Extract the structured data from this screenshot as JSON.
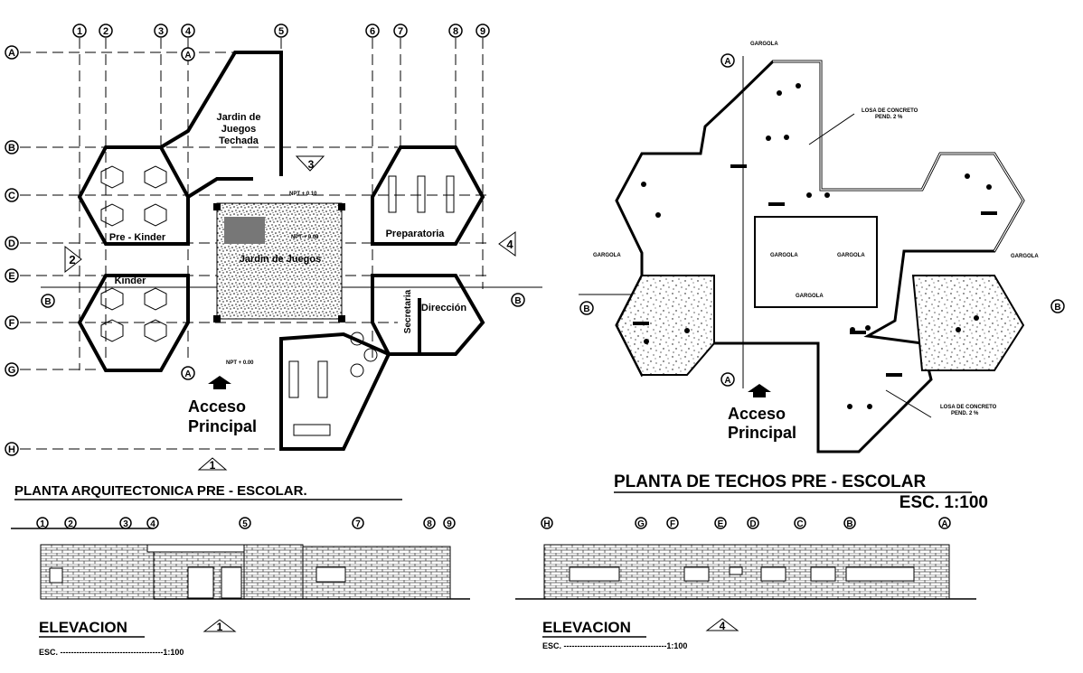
{
  "floor_plan": {
    "title": "PLANTA ARQUITECTONICA PRE - ESCOLAR.",
    "column_axes": [
      "1",
      "2",
      "3",
      "4",
      "5",
      "6",
      "7",
      "8",
      "9"
    ],
    "row_axes": [
      "A",
      "B",
      "C",
      "D",
      "E",
      "F",
      "G",
      "H"
    ],
    "rooms": {
      "covered_playground": [
        "Jardin de",
        "Juegos",
        "Techada"
      ],
      "pre_kinder": "Pre - Kinder",
      "kinder": "Kinder",
      "playground": "Jardin de Juegos",
      "preparatoria": "Preparatoria",
      "secretaria": "Secretaria",
      "direccion": "Dirección"
    },
    "levels": [
      "NPT + 0.10",
      "NPT + 0.00",
      "NPT + 0.00"
    ],
    "access": [
      "Acceso",
      "Principal"
    ],
    "section_markers": {
      "a": "A",
      "b": "B"
    },
    "elevation_markers": [
      "1",
      "2",
      "3",
      "4"
    ]
  },
  "roof_plan": {
    "title": "PLANTA DE TECHOS PRE - ESCOLAR",
    "scale": "ESC. 1:100",
    "gargola_label": "GARGOLA",
    "slab_note": [
      "LOSA DE CONCRETO",
      "PEND. 2 %"
    ],
    "access": [
      "Acceso",
      "Principal"
    ],
    "section_markers": {
      "a": "A",
      "b": "B"
    }
  },
  "elevation_1": {
    "title": "ELEVACION",
    "marker": "1",
    "scale": "ESC. --------------------------------------1:100",
    "axes": [
      "1",
      "2",
      "3",
      "4",
      "5",
      "7",
      "8",
      "9"
    ]
  },
  "elevation_4": {
    "title": "ELEVACION",
    "marker": "4",
    "scale": "ESC. --------------------------------------1:100",
    "axes": [
      "H",
      "G",
      "F",
      "E",
      "D",
      "C",
      "B",
      "A"
    ]
  }
}
